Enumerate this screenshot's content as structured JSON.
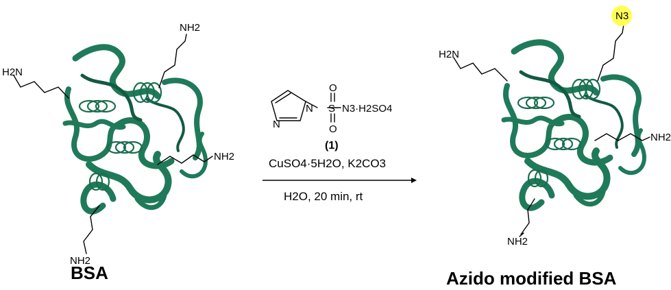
{
  "left_protein": {
    "label": "BSA",
    "amine_groups": [
      "H2N",
      "NH2",
      "NH2",
      "NH2"
    ]
  },
  "reagent": {
    "formula_parts": [
      "N",
      "N",
      "S",
      "O",
      "O",
      "N3·H2SO4"
    ],
    "compound_number": "(1)",
    "catalyst_line": "CuSO4·5H2O, K2CO3",
    "conditions_line": "H2O, 20 min, rt"
  },
  "right_protein": {
    "label": "Azido modified BSA",
    "azide_group": "N3",
    "amine_groups": [
      "H2N",
      "NH2",
      "NH2"
    ]
  },
  "colors": {
    "protein": "#1f7a5a",
    "protein_dark": "#135a41",
    "azide_highlight": "#ffff55"
  }
}
